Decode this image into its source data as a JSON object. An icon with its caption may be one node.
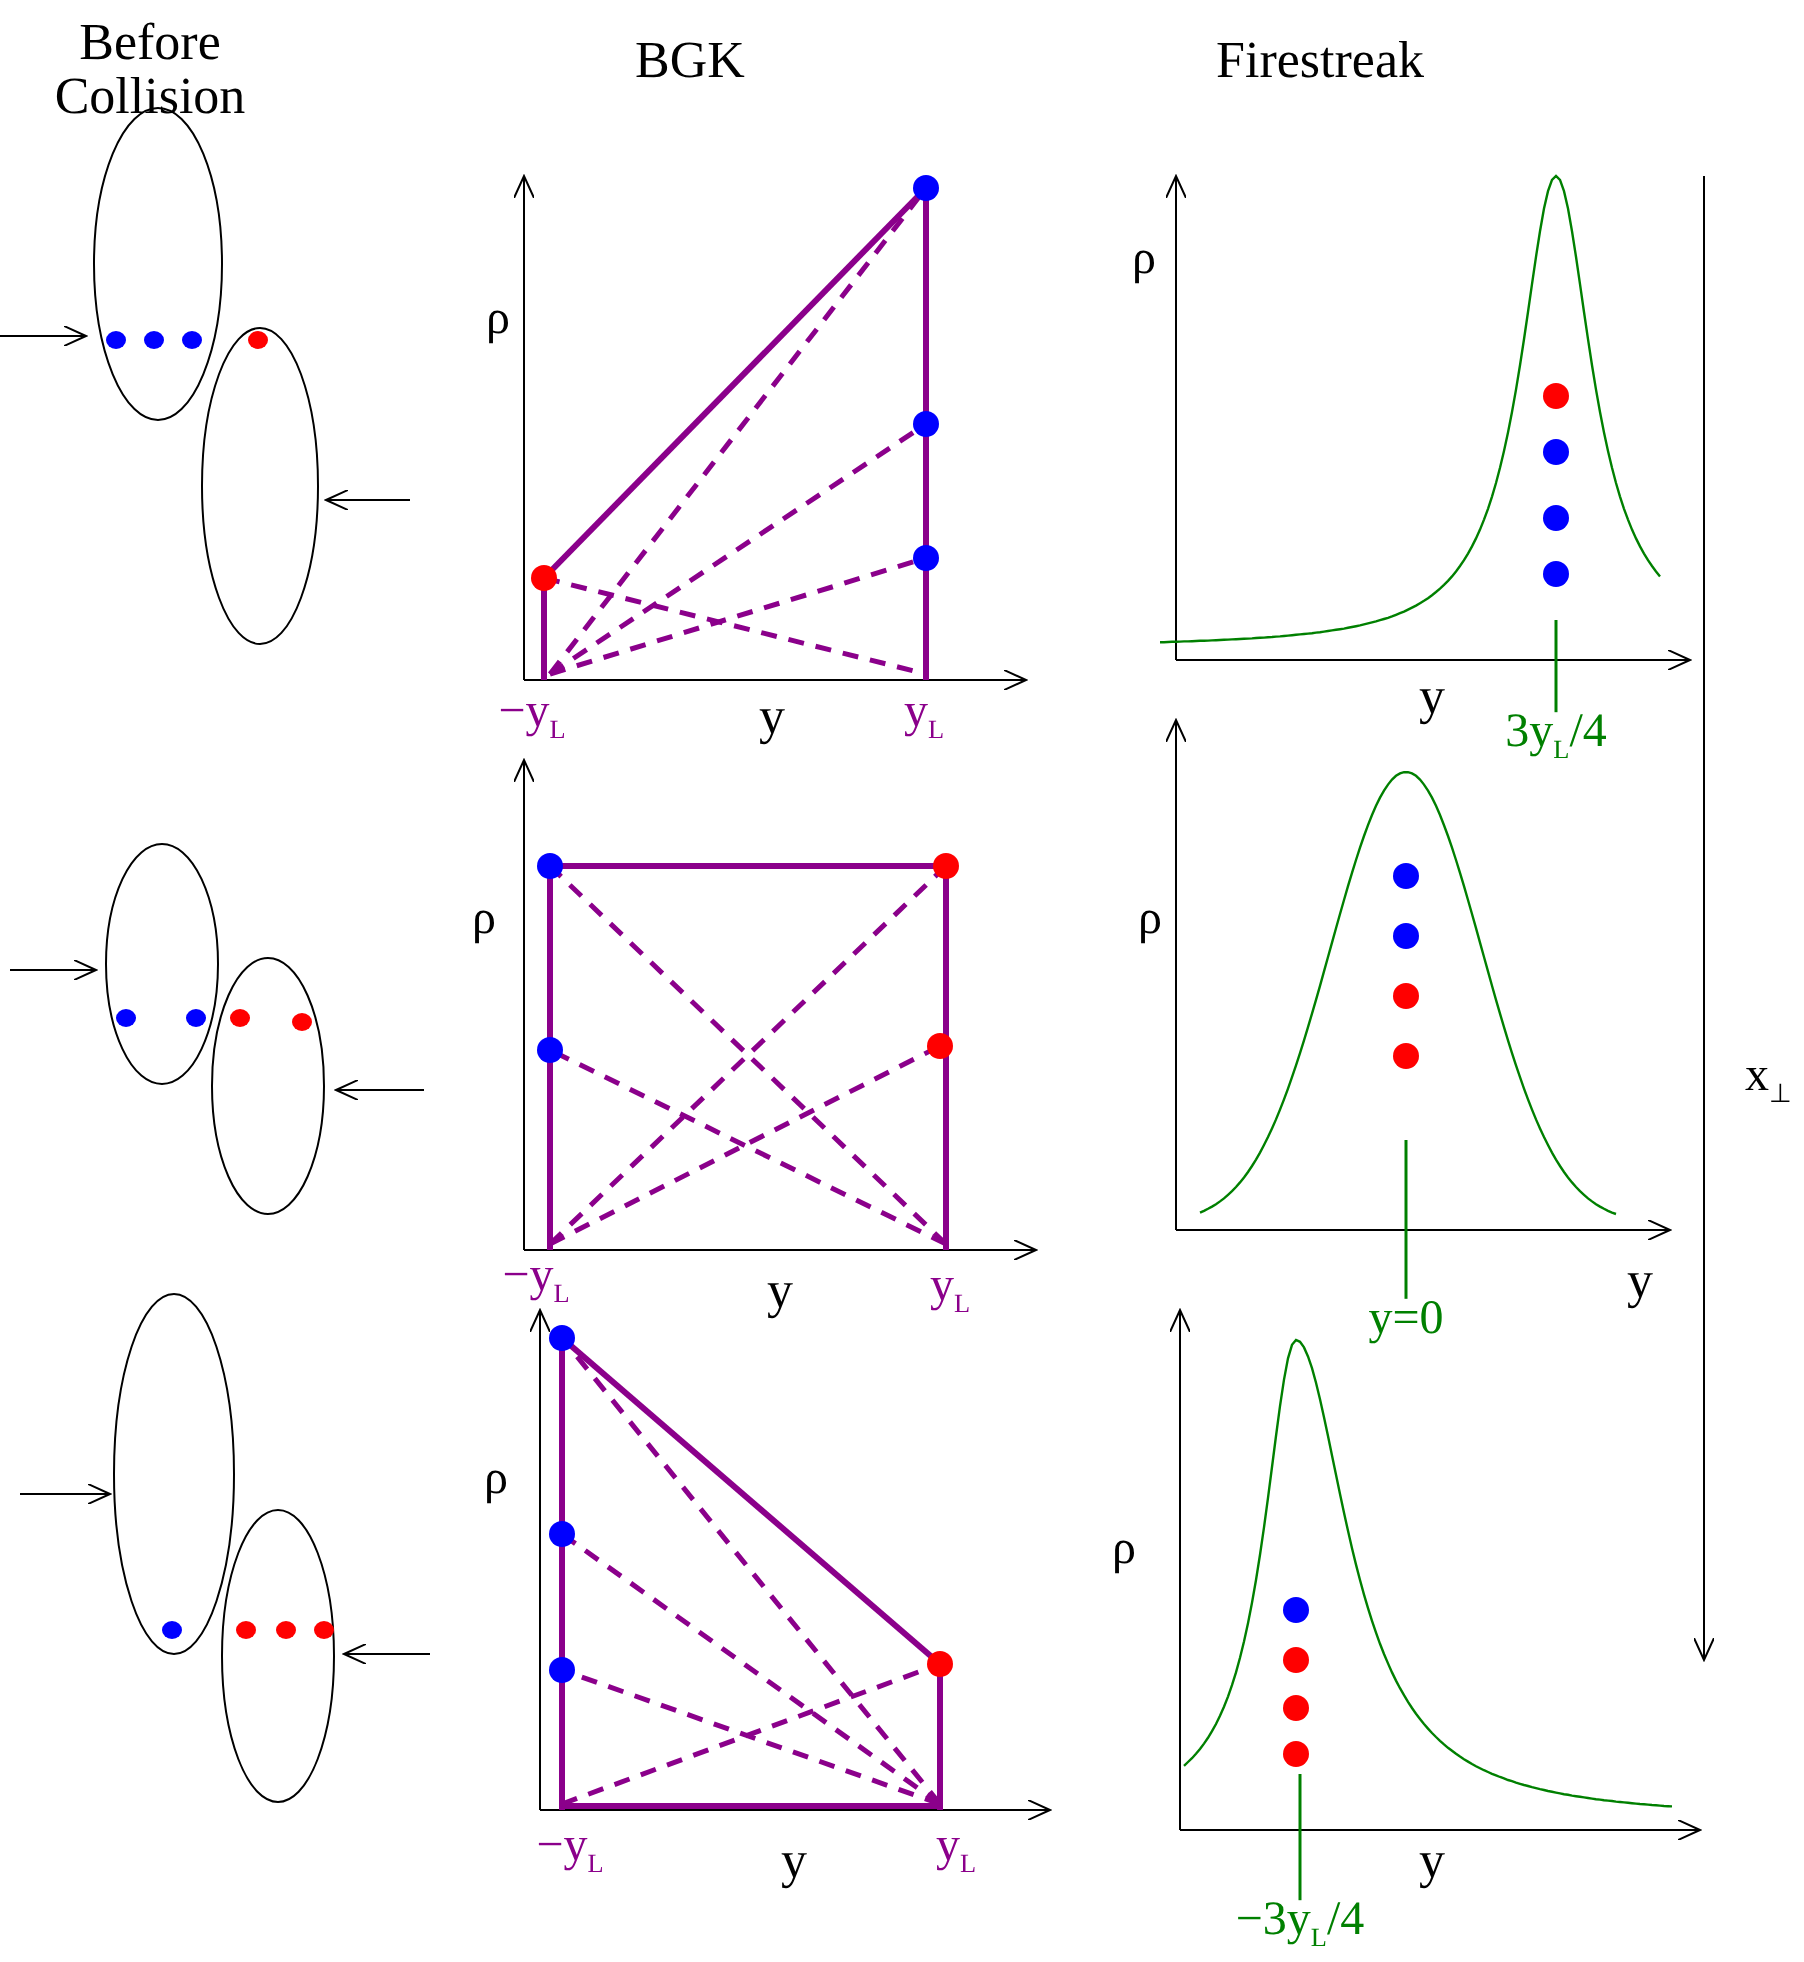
{
  "diagram": {
    "nodes": [
      {
        "text": [
          "3y$_{L}$/4"
        ]
      },
      {
        "text": [
          "y=0"
        ]
      },
      {
        "text": [
          "−3y$_{L}$/4"
        ]
      },
      {
        "text": [],
        "shape": "picture"
      },
      {
        "text": [],
        "shape": "picture"
      },
      {
        "text": [],
        "shape": "picture"
      }
    ],
    "edges": [
      {
        "from": 0,
        "to": 3,
        "arrow": "none",
        "color": "#008000"
      },
      {
        "from": 1,
        "to": 4,
        "arrow": "none",
        "color": "#008000"
      },
      {
        "from": 2,
        "to": 5,
        "arrow": "none",
        "color": "#008000"
      }
    ],
    "labels": [
      "Before Collision",
      "BGK",
      "Firestreak",
      "ρ",
      "ρ",
      "−y$_{L}$",
      "y",
      "y$_{L}$",
      "y",
      "ρ",
      "ρ",
      "x$_{⊥}$",
      "−y$_{L}$",
      "y",
      "y$_{L}$",
      "y",
      "ρ",
      "ρ",
      "−y$_{L}$",
      "y",
      "y$_{L}$",
      "y"
    ]
  }
}
